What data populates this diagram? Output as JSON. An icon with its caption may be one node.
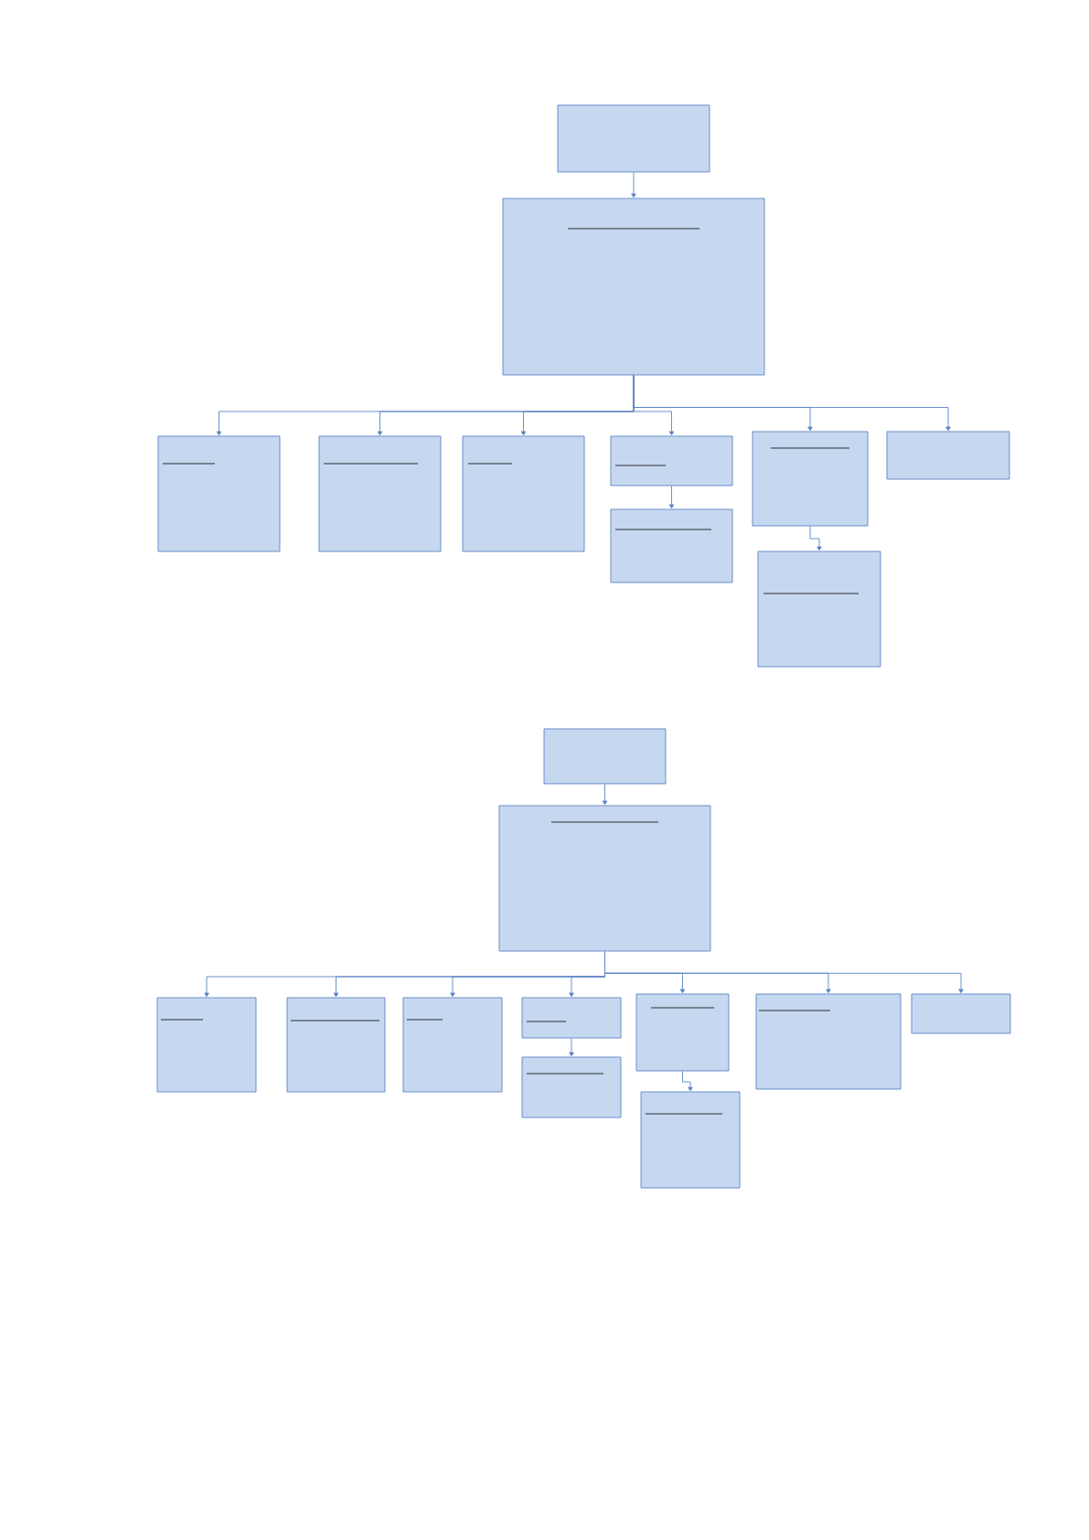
{
  "diagram": {
    "nodes": [
      {
        "text": [],
        "shape": "box"
      },
      {
        "text": [],
        "shape": "box"
      },
      {
        "text": [],
        "shape": "box"
      },
      {
        "text": [],
        "shape": "box"
      },
      {
        "text": [],
        "shape": "box"
      },
      {
        "text": [],
        "shape": "box"
      },
      {
        "text": [],
        "shape": "box"
      },
      {
        "text": [],
        "shape": "box"
      },
      {
        "text": [],
        "shape": "box"
      },
      {
        "text": [],
        "shape": "box"
      },
      {
        "text": [],
        "shape": "box"
      },
      {
        "text": [],
        "shape": "box"
      },
      {
        "text": [],
        "shape": "box"
      },
      {
        "text": [],
        "shape": "box"
      },
      {
        "text": [],
        "shape": "box"
      },
      {
        "text": [],
        "shape": "box"
      },
      {
        "text": [],
        "shape": "box"
      },
      {
        "text": [],
        "shape": "box"
      },
      {
        "text": [],
        "shape": "box"
      },
      {
        "text": [],
        "shape": "box"
      },
      {
        "text": [],
        "shape": "box"
      }
    ],
    "edges": [
      {
        "from": 0,
        "to": 1,
        "arrow": "to"
      },
      {
        "from": 1,
        "to": 2,
        "arrow": "to"
      },
      {
        "from": 1,
        "to": 3,
        "arrow": "to"
      },
      {
        "from": 1,
        "to": 4,
        "arrow": "to"
      },
      {
        "from": 1,
        "to": 5,
        "arrow": "to"
      },
      {
        "from": 5,
        "to": 6,
        "arrow": "to"
      },
      {
        "from": 1,
        "to": 7,
        "arrow": "to"
      },
      {
        "from": 1,
        "to": 8,
        "arrow": "to"
      },
      {
        "from": 7,
        "to": 9,
        "arrow": "to"
      },
      {
        "from": 10,
        "to": 11,
        "arrow": "to"
      },
      {
        "from": 11,
        "to": 12,
        "arrow": "to"
      },
      {
        "from": 11,
        "to": 13,
        "arrow": "to"
      },
      {
        "from": 11,
        "to": 14,
        "arrow": "to"
      },
      {
        "from": 11,
        "to": 15,
        "arrow": "to"
      },
      {
        "from": 15,
        "to": 16,
        "arrow": "to"
      },
      {
        "from": 11,
        "to": 17,
        "arrow": "to"
      },
      {
        "from": 11,
        "to": 18,
        "arrow": "to"
      },
      {
        "from": 11,
        "to": 19,
        "arrow": "to"
      },
      {
        "from": 17,
        "to": 20,
        "arrow": "to"
      }
    ]
  }
}
